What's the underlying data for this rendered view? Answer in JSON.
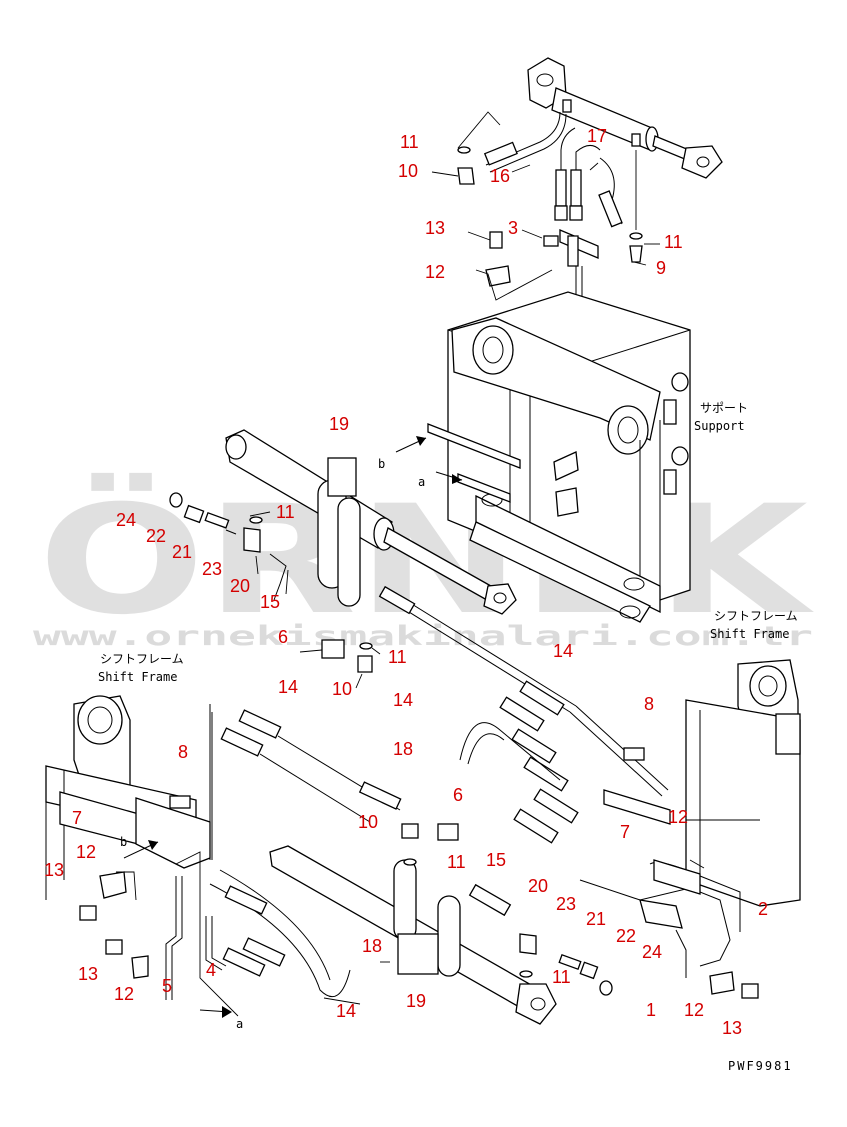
{
  "labels": {
    "support_jp": "サポート",
    "support_en": "Support",
    "shift_frame_jp_right": "シフトフレーム",
    "shift_frame_en_right": "Shift Frame",
    "shift_frame_jp_left": "シフトフレーム",
    "shift_frame_en_left": "Shift Frame",
    "view_b_top": "b",
    "view_a_top": "a",
    "view_b_left": "b",
    "view_a_bottom": "a",
    "drawing_code": "PWF9981"
  },
  "watermark": {
    "brand": "ÖRNEK",
    "url": "www.ornekismakinalari.com.tr"
  },
  "callouts": {
    "c01": "11",
    "c02": "10",
    "c03": "16",
    "c04": "17",
    "c05": "13",
    "c06": "3",
    "c07": "11",
    "c08": "12",
    "c09": "9",
    "c10": "19",
    "c11": "24",
    "c12": "22",
    "c13": "21",
    "c14": "11",
    "c15": "23",
    "c16": "20",
    "c17": "15",
    "c18": "6",
    "c19": "11",
    "c20": "10",
    "c21": "14",
    "c22": "14",
    "c23": "14",
    "c24": "8",
    "c25": "18",
    "c26": "6",
    "c27": "12",
    "c28": "7",
    "c29": "8",
    "c30": "7",
    "c31": "12",
    "c32": "10",
    "c33": "11",
    "c34": "15",
    "c35": "20",
    "c36": "23",
    "c37": "21",
    "c38": "22",
    "c39": "11",
    "c40": "24",
    "c41": "13",
    "c42": "13",
    "c43": "12",
    "c44": "5",
    "c45": "4",
    "c46": "18",
    "c47": "14",
    "c48": "19",
    "c49": "2",
    "c50": "1",
    "c51": "12",
    "c52": "13"
  }
}
